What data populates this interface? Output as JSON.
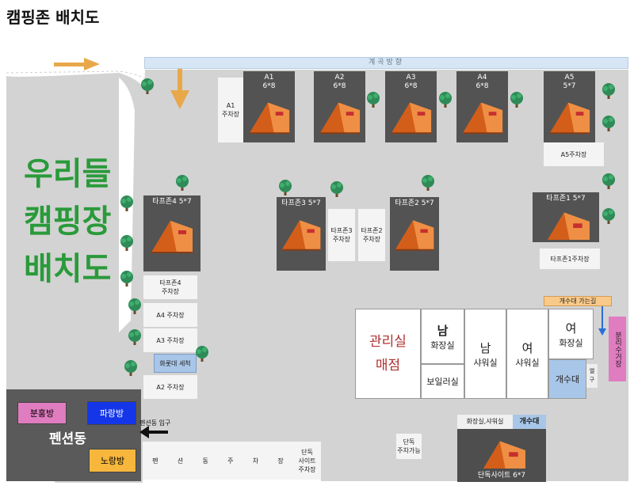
{
  "title": "캠핑존 배치도",
  "creek_label": "계곡방향",
  "big_label": [
    "우리들",
    "캠핑장",
    "배치도"
  ],
  "sites_top": [
    {
      "name": "A1",
      "size": "6*8"
    },
    {
      "name": "A2",
      "size": "6*8"
    },
    {
      "name": "A3",
      "size": "6*8"
    },
    {
      "name": "A4",
      "size": "6*8"
    },
    {
      "name": "A5",
      "size": "5*7"
    }
  ],
  "a1_parking": "A1\n주차장",
  "a5_parking": "A5주차장",
  "deck_sites": {
    "deck4": "타프존4 5*7",
    "deck3": "타프존3 5*7",
    "deck2": "타프존2 5*7",
    "deck1": "타프존1 5*7",
    "single": "단독사이트 6*7"
  },
  "parkings": {
    "t3": "타프존3\n주차장",
    "t2": "타프존2\n주차장",
    "t1": "타프존1주차장",
    "t4": "타프존4\n주차장",
    "a4": "A4 주차장",
    "a3": "A3 주차장",
    "a2": "A2 주차장",
    "single": "단독\n주차가능",
    "pension_row": [
      "펜",
      "션",
      "동",
      "주",
      "차",
      "장"
    ],
    "single2": "단독\n사이트\n주차장"
  },
  "water_sink_note": "개수대 가는길",
  "separate_collection": "분리수거장",
  "facility": {
    "office": [
      "관리실",
      "매점"
    ],
    "men_toilet_head": "남",
    "men_toilet": "화장실",
    "boiler": "보일러실",
    "men_shower_head": "남",
    "men_shower": "샤워실",
    "women_shower_head": "여",
    "women_shower": "샤워실",
    "women_toilet_head": "여",
    "women_toilet": "화장실",
    "sink": "개수대",
    "exit": "엘\n구"
  },
  "single_site_header": "화장실,샤워실",
  "single_site_sink": "개수대",
  "pension": {
    "label": "펜션동",
    "rooms": [
      "분홍방",
      "파랑방",
      "노랑방"
    ],
    "entrance": "펜션동 입구",
    "note_box": "화롯대 세척"
  },
  "colors": {
    "ground": "#d3d3d3",
    "site": "#535353",
    "tent": "#e67a2c",
    "trees": "#2e8b57",
    "pension_bg": "#5a5a5a",
    "pink": "#e07cc0",
    "blue": "#1436e8",
    "yellow": "#f6b73c",
    "sign_orange": "#f9c98a",
    "sink_blue": "#a8c6e8"
  }
}
